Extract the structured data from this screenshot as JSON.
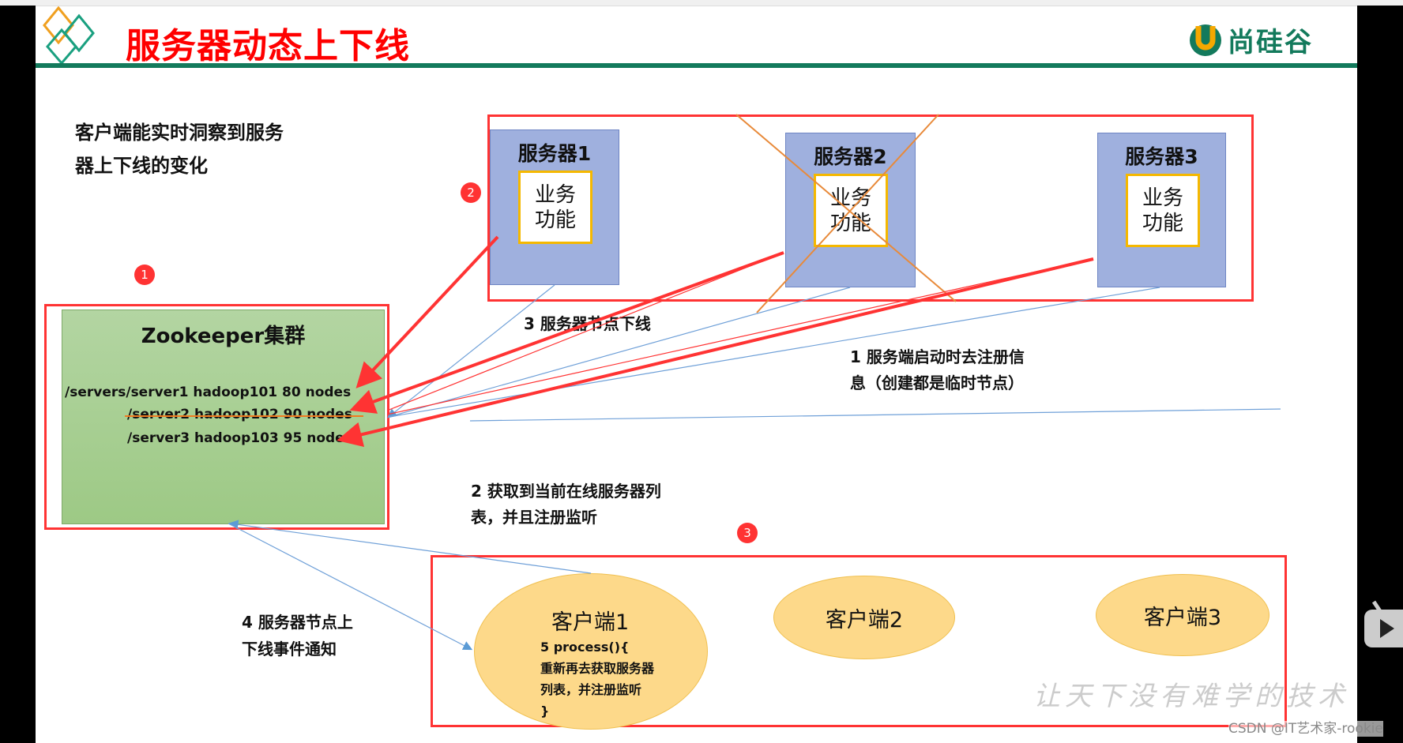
{
  "slide": {
    "title": "服务器动态上下线",
    "brand": "尚硅谷",
    "intro_lines": [
      "客户端能实时洞察到服务",
      "器上下线的变化"
    ]
  },
  "servers": [
    {
      "name": "服务器1",
      "function": [
        "业务",
        "功能"
      ],
      "offline": false
    },
    {
      "name": "服务器2",
      "function": [
        "业务",
        "功能"
      ],
      "offline": true
    },
    {
      "name": "服务器3",
      "function": [
        "业务",
        "功能"
      ],
      "offline": false
    }
  ],
  "badges": [
    "1",
    "2",
    "3"
  ],
  "zookeeper": {
    "title": "Zookeeper集群",
    "nodes": [
      {
        "text": "/servers/server1  hadoop101  80 nodes",
        "deleted": false
      },
      {
        "text": "/server2 hadoop102  90 nodes",
        "deleted": true
      },
      {
        "text": "/server3 hadoop103  95 nodes",
        "deleted": false
      }
    ]
  },
  "steps": {
    "step1": [
      "1  服务端启动时去注册信",
      "息（创建都是临时节点）"
    ],
    "step2": [
      "2  获取到当前在线服务器列",
      "表，并且注册监听"
    ],
    "step3": "3 服务器节点下线",
    "step4": [
      "4  服务器节点上",
      "下线事件通知"
    ]
  },
  "clients": [
    {
      "name": "客户端1",
      "code": [
        "5 process(){",
        "重新再去获取服务器",
        "列表，并注册监听",
        "}"
      ]
    },
    {
      "name": "客户端2"
    },
    {
      "name": "客户端3"
    }
  ],
  "watermark": "让天下没有难学的技术",
  "csdn_credit": "CSDN @IT艺术家-rookie",
  "colors": {
    "title": "#ff0000",
    "brand_green": "#137a5c",
    "red_box": "#ff3333",
    "server_fill": "#9fb0de",
    "zk_fill": "#a8cf92",
    "client_fill": "#fdd98a",
    "cross": "#e88a3a"
  }
}
